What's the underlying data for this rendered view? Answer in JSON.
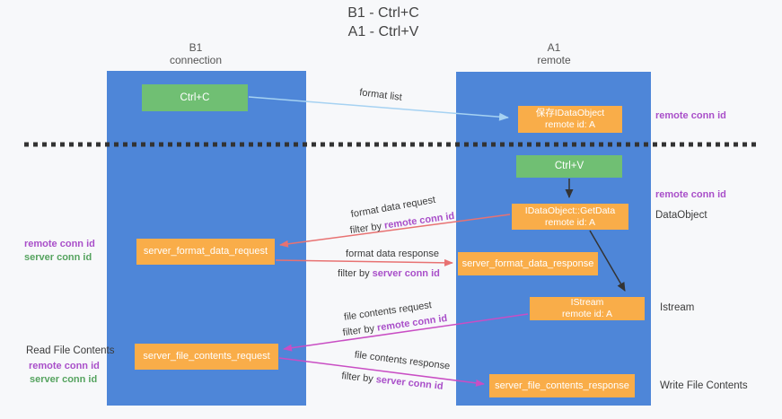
{
  "title": {
    "line1": "B1 - Ctrl+C",
    "line2": "A1 - Ctrl+V"
  },
  "lanes": {
    "left": {
      "title": "B1",
      "subtitle": "connection"
    },
    "right": {
      "title": "A1",
      "subtitle": "remote"
    }
  },
  "nodes": {
    "ctrl_c": {
      "label": "Ctrl+C"
    },
    "save_dataobject": {
      "line1": "保存IDataObject",
      "line2": "remote id: A"
    },
    "ctrl_v": {
      "label": "Ctrl+V"
    },
    "get_data": {
      "line1": "IDataObject::GetData",
      "line2": "remote id: A"
    },
    "format_request": {
      "label": "server_format_data_request"
    },
    "format_response": {
      "label": "server_format_data_response"
    },
    "istream": {
      "line1": "IStream",
      "line2": "remote id: A"
    },
    "file_request": {
      "label": "server_file_contents_request"
    },
    "file_response": {
      "label": "server_file_contents_response"
    }
  },
  "edge_labels": {
    "format_list": "format list",
    "format_data_request": "format data request",
    "format_data_response": "format data response",
    "file_contents_request": "file contents request",
    "file_contents_response": "file contents response",
    "filter_by": "filter by",
    "remote_conn_id": "remote conn id",
    "server_conn_id": "server conn id"
  },
  "annotations": {
    "remote_conn_id": "remote conn id",
    "server_conn_id": "server conn id",
    "read_file_contents": "Read File Contents",
    "write_file_contents": "Write File Contents",
    "dataobject": "DataObject",
    "istream": "Istream"
  },
  "colors": {
    "lane_blue": "#4e86d8",
    "node_green": "#70bf73",
    "node_orange": "#f9ad49",
    "purple_text": "#a94fc9",
    "green_text": "#55a35f",
    "arrow_salmon": "#e87272",
    "arrow_magenta": "#c94ec4",
    "arrow_lightblue": "#a6d2f2",
    "arrow_black": "#333333",
    "dashed_line": "#333333"
  }
}
